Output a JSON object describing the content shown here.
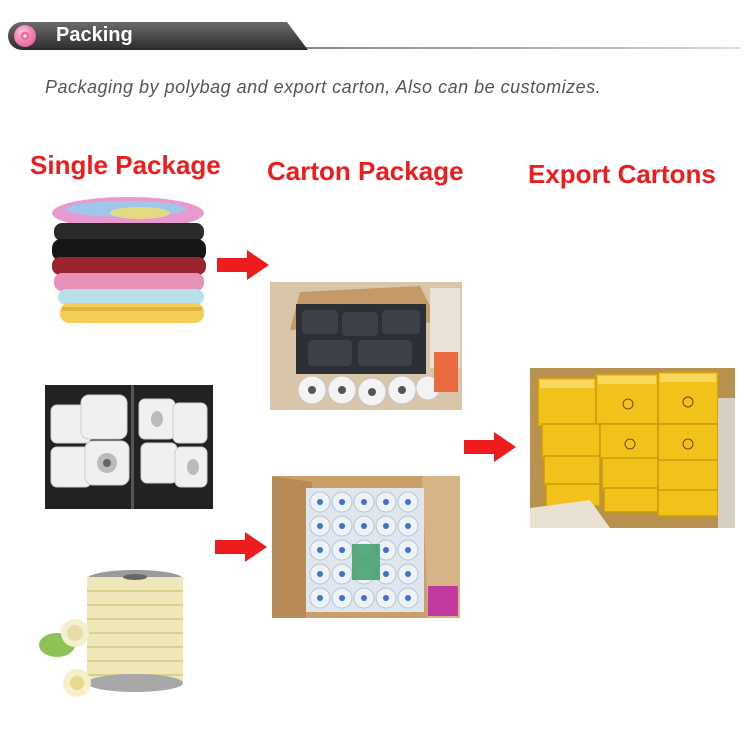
{
  "header": {
    "title": "Packing"
  },
  "subtitle": "Packaging by polybag and export carton, Also can be customizes.",
  "columns": {
    "single": "Single Package",
    "carton": "Carton Package",
    "export": "Export Cartons"
  },
  "colors": {
    "accent": "#ee1c1c",
    "banner": "#3a3a3a",
    "badge": "#f58ab8"
  },
  "icons": [
    "flower-badge-icon",
    "right-arrow-icon"
  ]
}
